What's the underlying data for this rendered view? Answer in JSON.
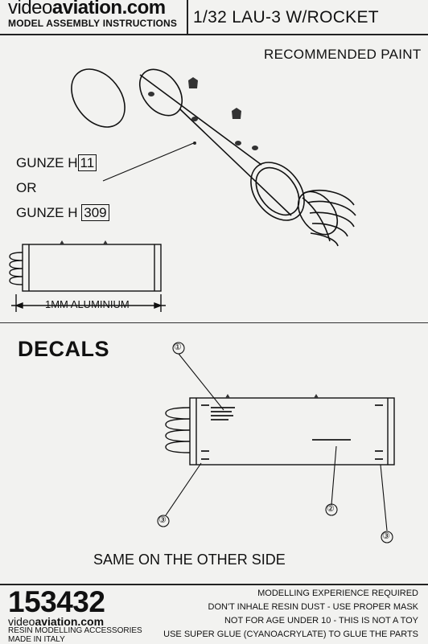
{
  "header": {
    "brand_light": "video",
    "brand_bold": "aviation.com",
    "subtitle": "MODEL ASSEMBLY INSTRUCTIONS",
    "title": "1/32 LAU-3 W/ROCKET"
  },
  "paint": {
    "heading": "RECOMMENDED PAINT",
    "line1_prefix": "GUNZE H",
    "line1_code": "11",
    "or": "OR",
    "line2_prefix": "GUNZE H ",
    "line2_code": "309"
  },
  "side_view": {
    "aluminium_label": "1MM ALUMINIUM"
  },
  "decals": {
    "heading": "DECALS",
    "callout_1": "①",
    "callout_2": "②",
    "callout_3a": "③",
    "callout_3b": "③",
    "footer_note": "SAME ON THE OTHER SIDE"
  },
  "footer": {
    "code": "153432",
    "brand_light": "video",
    "brand_bold": "aviation.com",
    "sub1": "RESIN MODELLING ACCESSORIES",
    "sub2": "MADE IN ITALY",
    "warnings": [
      "MODELLING EXPERIENCE REQUIRED",
      "DON'T INHALE RESIN DUST - USE PROPER MASK",
      "NOT FOR AGE UNDER 10 - THIS IS NOT A TOY",
      "USE SUPER GLUE (CYANOACRYLATE) TO GLUE THE PARTS"
    ]
  }
}
